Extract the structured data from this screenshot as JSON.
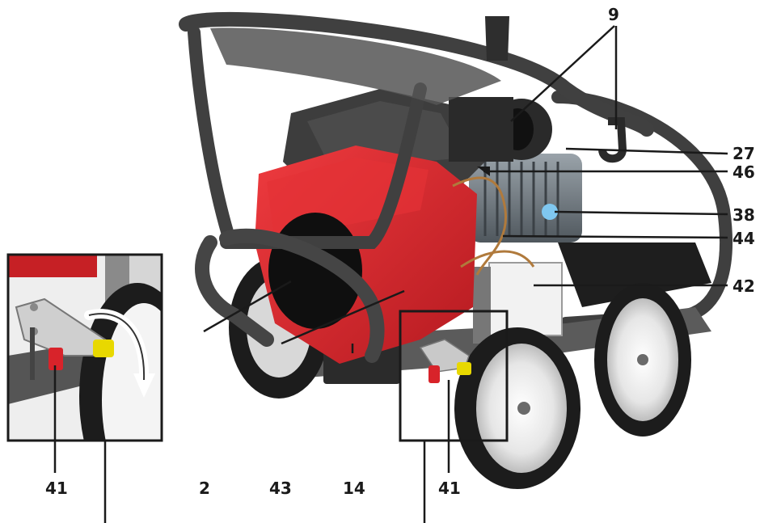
{
  "callouts": {
    "c9": "9",
    "c27": "27",
    "c46": "46",
    "c38": "38",
    "c44": "44",
    "c42": "42",
    "c2": "2",
    "c43": "43",
    "c14": "14",
    "c41_detail": "41",
    "c41_main": "41"
  },
  "colors": {
    "engine_red": "#d8232a",
    "frame_gray": "#4a4a4a",
    "tire_black": "#1c1c1c",
    "valve_yellow": "#e8d800",
    "valve_red": "#d8232a"
  },
  "icons": {
    "rotation_arrow": "curved-arrow-icon"
  }
}
